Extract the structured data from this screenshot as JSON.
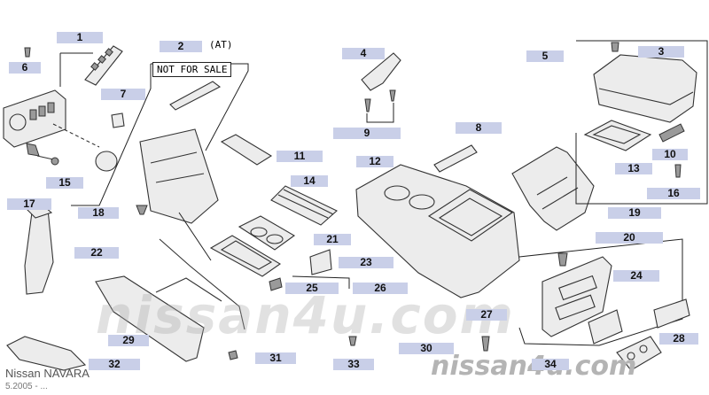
{
  "notes": {
    "at_label": "(AT)",
    "not_for_sale": "NOT FOR SALE"
  },
  "watermark": {
    "center_text": "nissan4u.com",
    "corner_text": "nissan4u.com"
  },
  "footer": {
    "model": "Nissan NAVARA",
    "date": "5.2005 - ..."
  },
  "callouts": [
    {
      "id": "1",
      "label": "1"
    },
    {
      "id": "2",
      "label": "2"
    },
    {
      "id": "3",
      "label": "3"
    },
    {
      "id": "4",
      "label": "4"
    },
    {
      "id": "5",
      "label": "5"
    },
    {
      "id": "6",
      "label": "6"
    },
    {
      "id": "7",
      "label": "7"
    },
    {
      "id": "8",
      "label": "8"
    },
    {
      "id": "9",
      "label": "9"
    },
    {
      "id": "10",
      "label": "10"
    },
    {
      "id": "11",
      "label": "11"
    },
    {
      "id": "12",
      "label": "12"
    },
    {
      "id": "13",
      "label": "13"
    },
    {
      "id": "14",
      "label": "14"
    },
    {
      "id": "15",
      "label": "15"
    },
    {
      "id": "16",
      "label": "16"
    },
    {
      "id": "17",
      "label": "17"
    },
    {
      "id": "18",
      "label": "18"
    },
    {
      "id": "19",
      "label": "19"
    },
    {
      "id": "20",
      "label": "20"
    },
    {
      "id": "21",
      "label": "21"
    },
    {
      "id": "22",
      "label": "22"
    },
    {
      "id": "23",
      "label": "23"
    },
    {
      "id": "24",
      "label": "24"
    },
    {
      "id": "25",
      "label": "25"
    },
    {
      "id": "26",
      "label": "26"
    },
    {
      "id": "27",
      "label": "27"
    },
    {
      "id": "28",
      "label": "28"
    },
    {
      "id": "29",
      "label": "29"
    },
    {
      "id": "30",
      "label": "30"
    },
    {
      "id": "31",
      "label": "31"
    },
    {
      "id": "32",
      "label": "32"
    },
    {
      "id": "33",
      "label": "33"
    },
    {
      "id": "34",
      "label": "34"
    }
  ]
}
